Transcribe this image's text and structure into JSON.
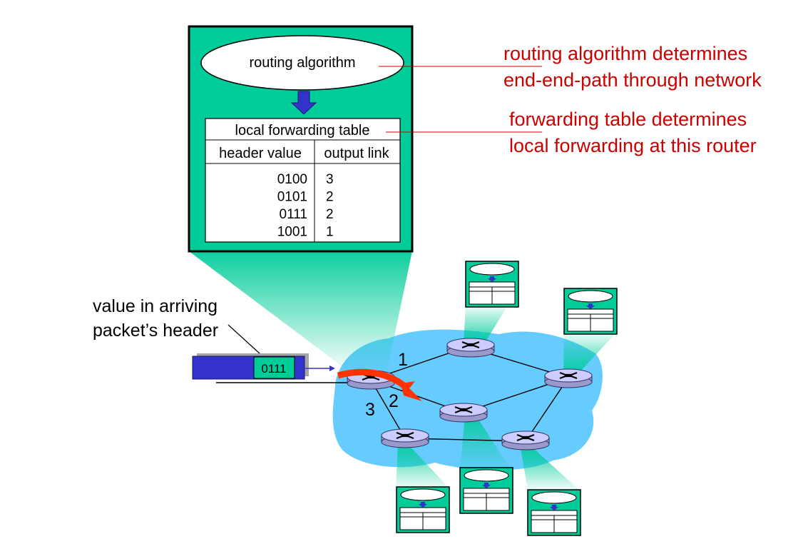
{
  "router_detail": {
    "routing_algorithm_label": "routing algorithm",
    "forwarding_table": {
      "title": "local forwarding table",
      "columns": [
        "header value",
        "output link"
      ],
      "rows": [
        {
          "header_value": "0100",
          "output_link": "3"
        },
        {
          "header_value": "0101",
          "output_link": "2"
        },
        {
          "header_value": "0111",
          "output_link": "2"
        },
        {
          "header_value": "1001",
          "output_link": "1"
        }
      ]
    }
  },
  "annotations": {
    "routing_line1": "routing algorithm determines",
    "routing_line2": "end-end-path through network",
    "forwarding_line1": "forwarding table determines",
    "forwarding_line2": "local forwarding at this router",
    "packet_line1": "value in arriving",
    "packet_line2": "packet’s header"
  },
  "packet": {
    "header_value": "0111"
  },
  "links": {
    "link1": "1",
    "link2": "2",
    "link3": "3"
  },
  "colors": {
    "router_box": "#00cc99",
    "network_cloud": "#66ccff",
    "router": "#ccccff",
    "annotation_text": "#cc0000",
    "arrow_blue": "#3333cc",
    "forward_arrow": "#ff3300",
    "packet_body": "#3333cc",
    "packet_header": "#00cc99"
  }
}
